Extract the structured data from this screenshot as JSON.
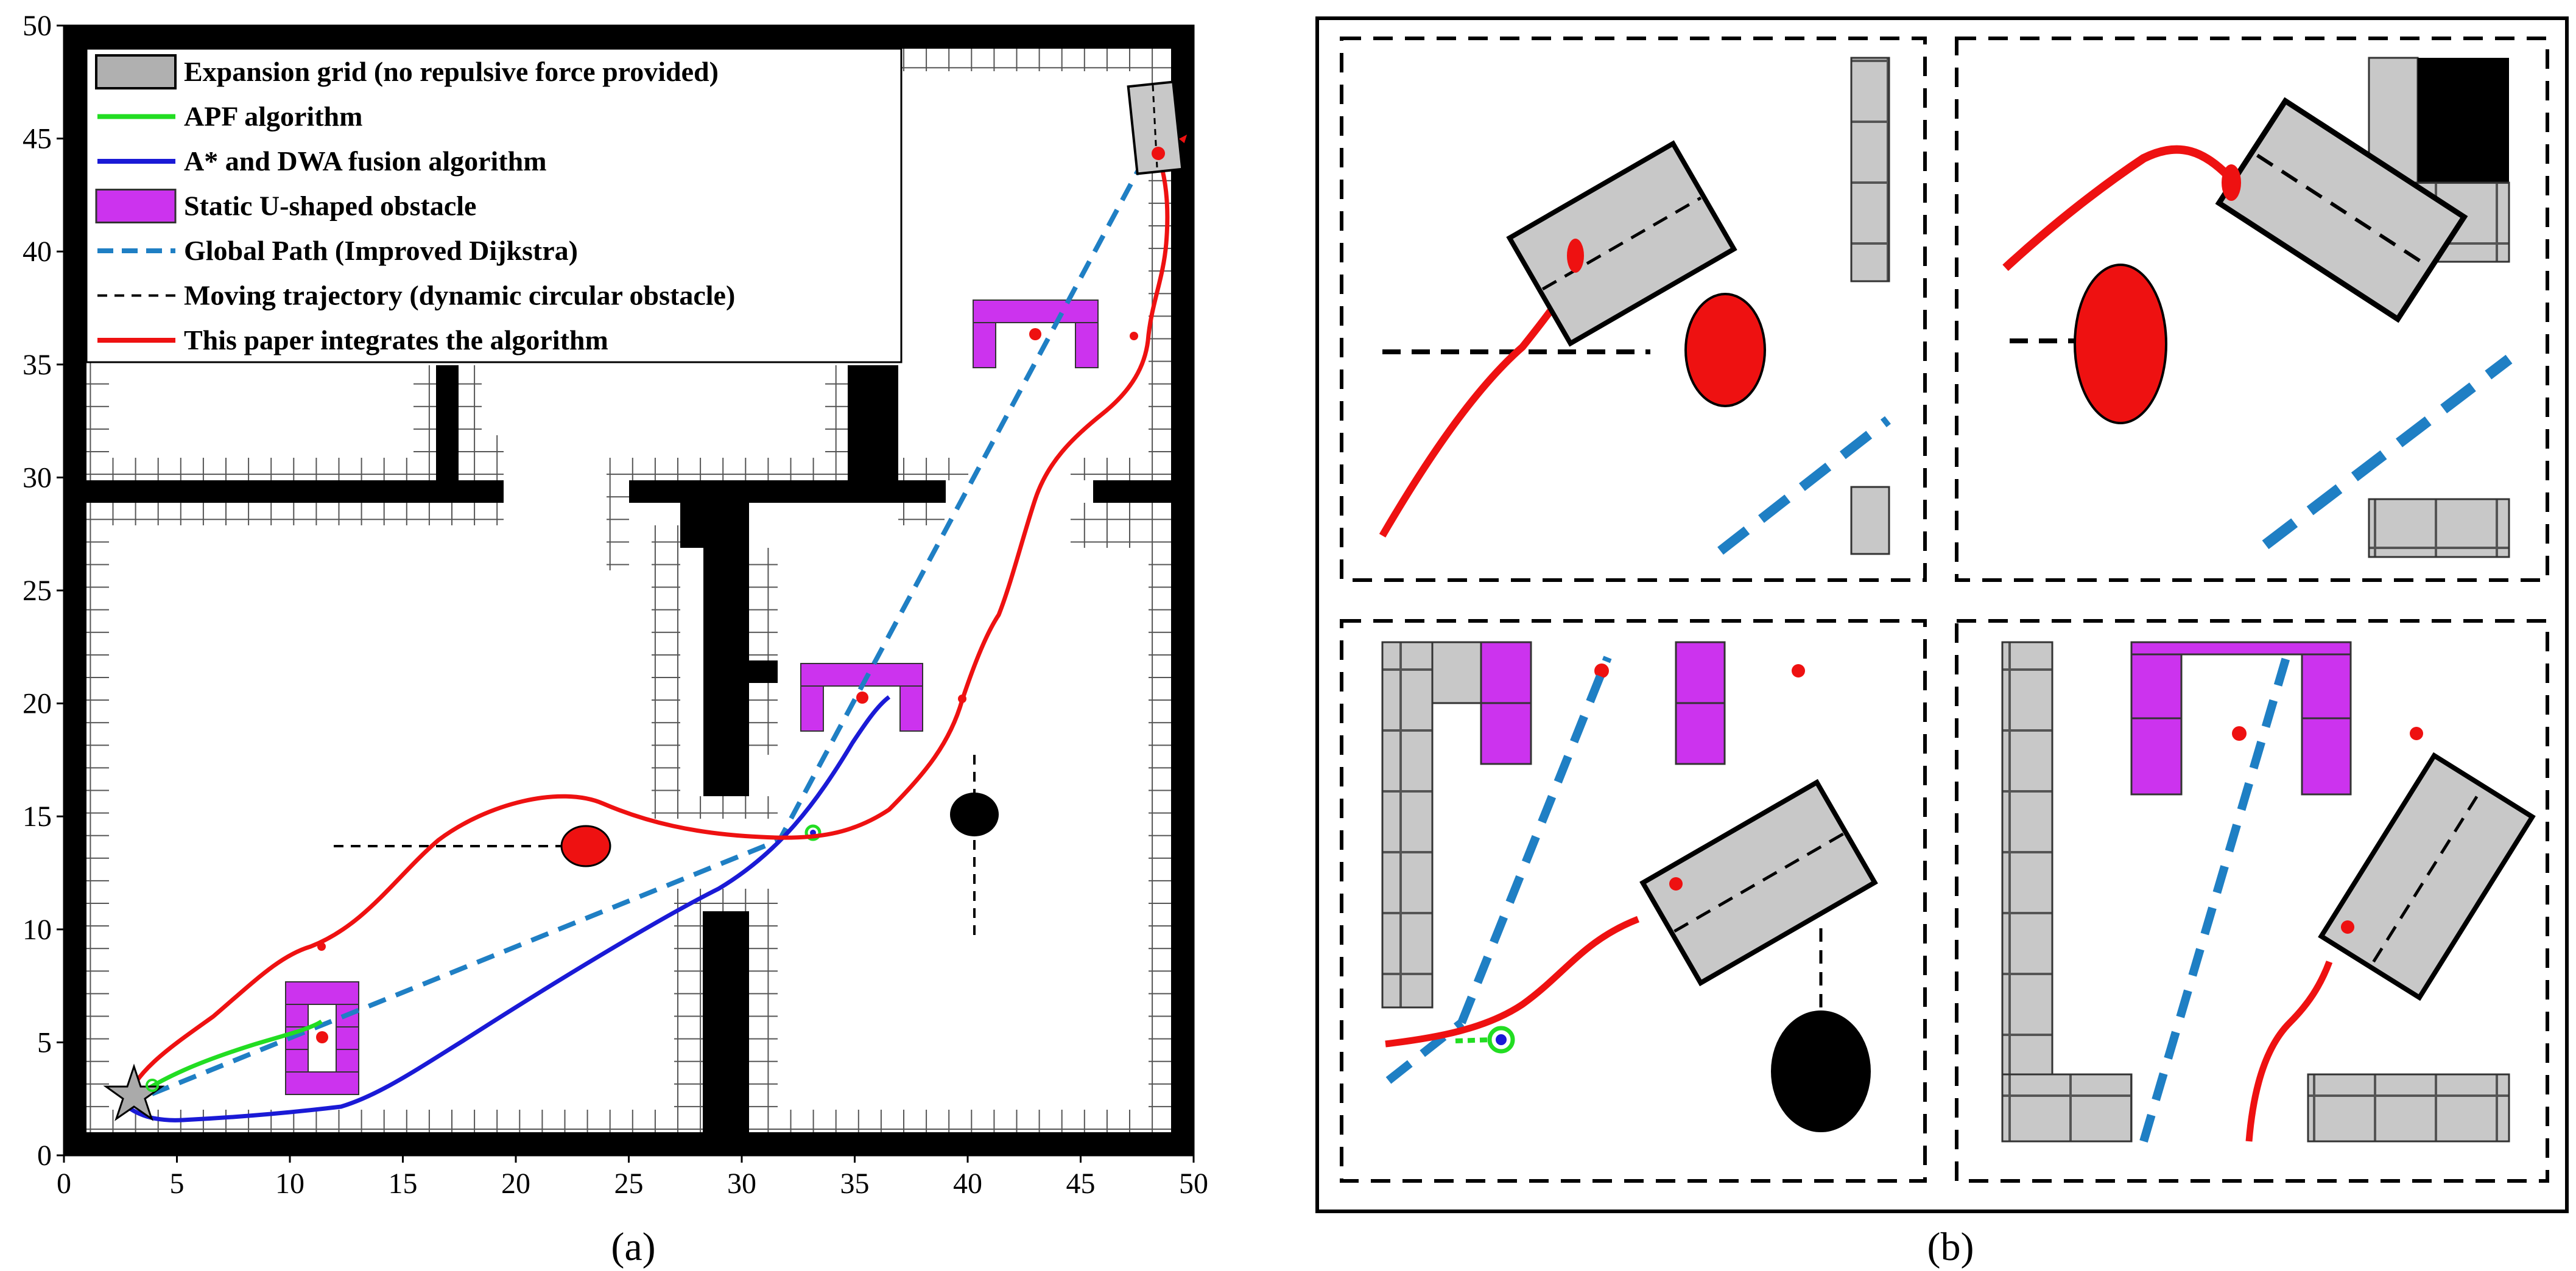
{
  "panel_a": {
    "caption": "(a)",
    "x_ticks": [
      "0",
      "5",
      "10",
      "15",
      "20",
      "25",
      "30",
      "35",
      "40",
      "45",
      "50"
    ],
    "y_ticks": [
      "0",
      "5",
      "10",
      "15",
      "20",
      "25",
      "30",
      "35",
      "40",
      "45",
      "50"
    ],
    "legend": [
      {
        "label": "Expansion grid (no repulsive force provided)",
        "kind": "gray-rect"
      },
      {
        "label": "APF algorithm",
        "kind": "line",
        "color": "#22dd22"
      },
      {
        "label": "A* and DWA fusion algorithm",
        "kind": "line",
        "color": "#1a1ad6"
      },
      {
        "label": "Static U-shaped obstacle",
        "kind": "magenta-rect"
      },
      {
        "label": "Global Path (Improved Dijkstra)",
        "kind": "dashed",
        "color": "#1f7fc4"
      },
      {
        "label": "Moving trajectory (dynamic circular obstacle)",
        "kind": "dashed",
        "color": "#000000"
      },
      {
        "label": "This paper integrates the algorithm",
        "kind": "line",
        "color": "#ee1111"
      }
    ]
  },
  "panel_b": {
    "caption": "(b)"
  },
  "colors": {
    "wall": "#000000",
    "expansion": "#c8c8c8",
    "u_obstacle": "#cc33ee",
    "apf": "#22dd22",
    "astar_dwa": "#1a1ad6",
    "global_path": "#1f7fc4",
    "proposed": "#ee1111"
  }
}
